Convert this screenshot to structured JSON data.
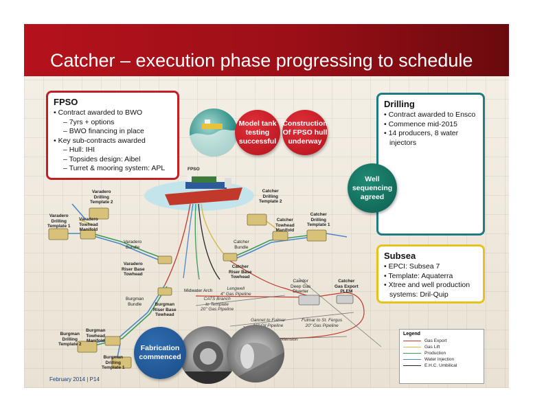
{
  "slide": {
    "title": "Catcher – execution phase progressing to schedule"
  },
  "fpso": {
    "heading": "FPSO",
    "bullets": [
      "• Contract awarded to BWO",
      "– 7yrs + options",
      "– BWO financing in place",
      "• Key sub-contracts awarded",
      "– Hull: IHI",
      "– Topsides design: Aibel",
      "– Turret & mooring system: APL"
    ]
  },
  "drilling": {
    "heading": "Drilling",
    "bullets": [
      "• Contract awarded to Ensco",
      "• Commence mid-2015",
      "• 14 producers, 8 water",
      "injectors"
    ]
  },
  "subsea": {
    "heading": "Subsea",
    "bullets": [
      "• EPCI: Subsea 7",
      "• Template: Aquaterra",
      "• Xtree and well production",
      "systems: Dril-Quip"
    ]
  },
  "circles": {
    "model_tank": "Model tank\ntesting\nsuccessful",
    "construction": "Construction\nOf FPSO hull\nunderway",
    "well_sequencing": "Well\nsequencing\nagreed",
    "fabrication": "Fabrication\ncommenced"
  },
  "schematic_labels": {
    "fpso": "FPSO",
    "varadero_dt2": "Varadero\nDrilling\nTemplate 2",
    "varadero_dt1": "Varadero\nDrilling\nTemplate 1",
    "varadero_manifold": "Varadero\nTowhead\nManifold",
    "varadero_bundle": "Varadero\nBundle",
    "varadero_riser": "Varadero\nRiser Base\nTowhead",
    "catcher_dt2": "Catcher\nDrilling\nTemplate 2",
    "catcher_dt1": "Catcher\nDrilling\nTemplate 1",
    "catcher_manifold": "Catcher\nTowhead\nManifold",
    "catcher_bundle": "Catcher\nBundle",
    "catcher_riser": "Catcher\nRiser Base\nTowhead",
    "midwater_arch": "Midwater Arch",
    "burgman_bundle": "Burgman\nBundle",
    "burgman_riser": "Burgman\nRiser Base\nTowhead",
    "burgman_dt2": "Burgman\nDrilling\nTemplate 2",
    "burgman_manifold": "Burgman\nTowhead\nManifold",
    "burgman_dt1": "Burgman\nDrilling\nTemplate 1",
    "cawdor": "Cawdor\nDeep Gas\nDiverter",
    "catcher_plem": "Catcher\nGas Export\nPLEM",
    "pipe_lengwell": "Lengwell\n4\" Gas Pipeline",
    "pipe_cats": "CATS Branch\nto Template\n20\" Gas Pipeline",
    "pipe_gannet": "Gannet to Fulmar\n16\" Oil Pipeline",
    "pipe_fulmar": "Fulmar to St. Fergus\n20\" Gas Pipeline",
    "pipe_brodie": "Brodie Jug extension"
  },
  "legend": {
    "title": "Legend",
    "items": [
      {
        "label": "Gas Export",
        "color": "#c0392b"
      },
      {
        "label": "Gas Lift",
        "color": "#d4b84a"
      },
      {
        "label": "Production",
        "color": "#3a9a5b"
      },
      {
        "label": "Water Injection",
        "color": "#4a86c8"
      },
      {
        "label": "E.H.C. Umbilical",
        "color": "#222222"
      }
    ]
  },
  "footer": {
    "text": "February 2014 | P14"
  },
  "colors": {
    "banner_red": "#b5121b",
    "fpso_border": "#c41e24",
    "drilling_border": "#1f7a82",
    "subsea_border": "#e7c21e",
    "footer_blue": "#1a3e73"
  }
}
